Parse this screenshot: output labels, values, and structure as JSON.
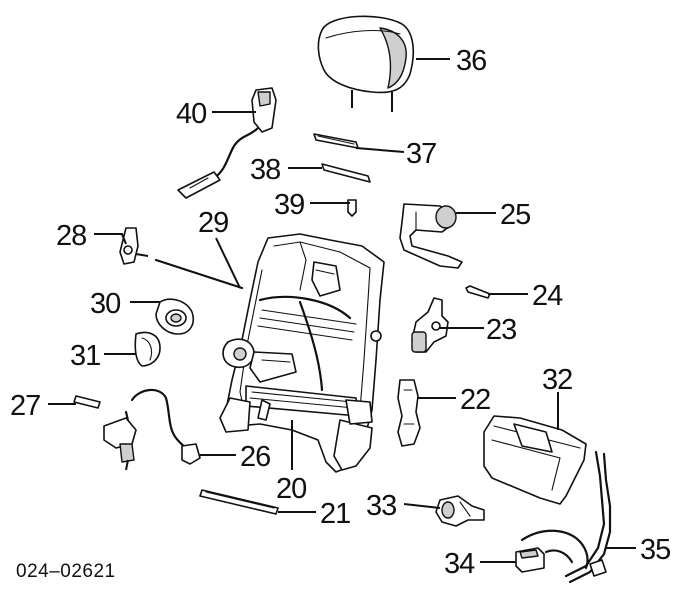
{
  "diagram": {
    "callouts": [
      "36",
      "40",
      "37",
      "38",
      "39",
      "25",
      "28",
      "29",
      "24",
      "30",
      "23",
      "31",
      "32",
      "27",
      "22",
      "26",
      "20",
      "33",
      "21",
      "34",
      "35"
    ],
    "reference_code": "024–02621"
  }
}
